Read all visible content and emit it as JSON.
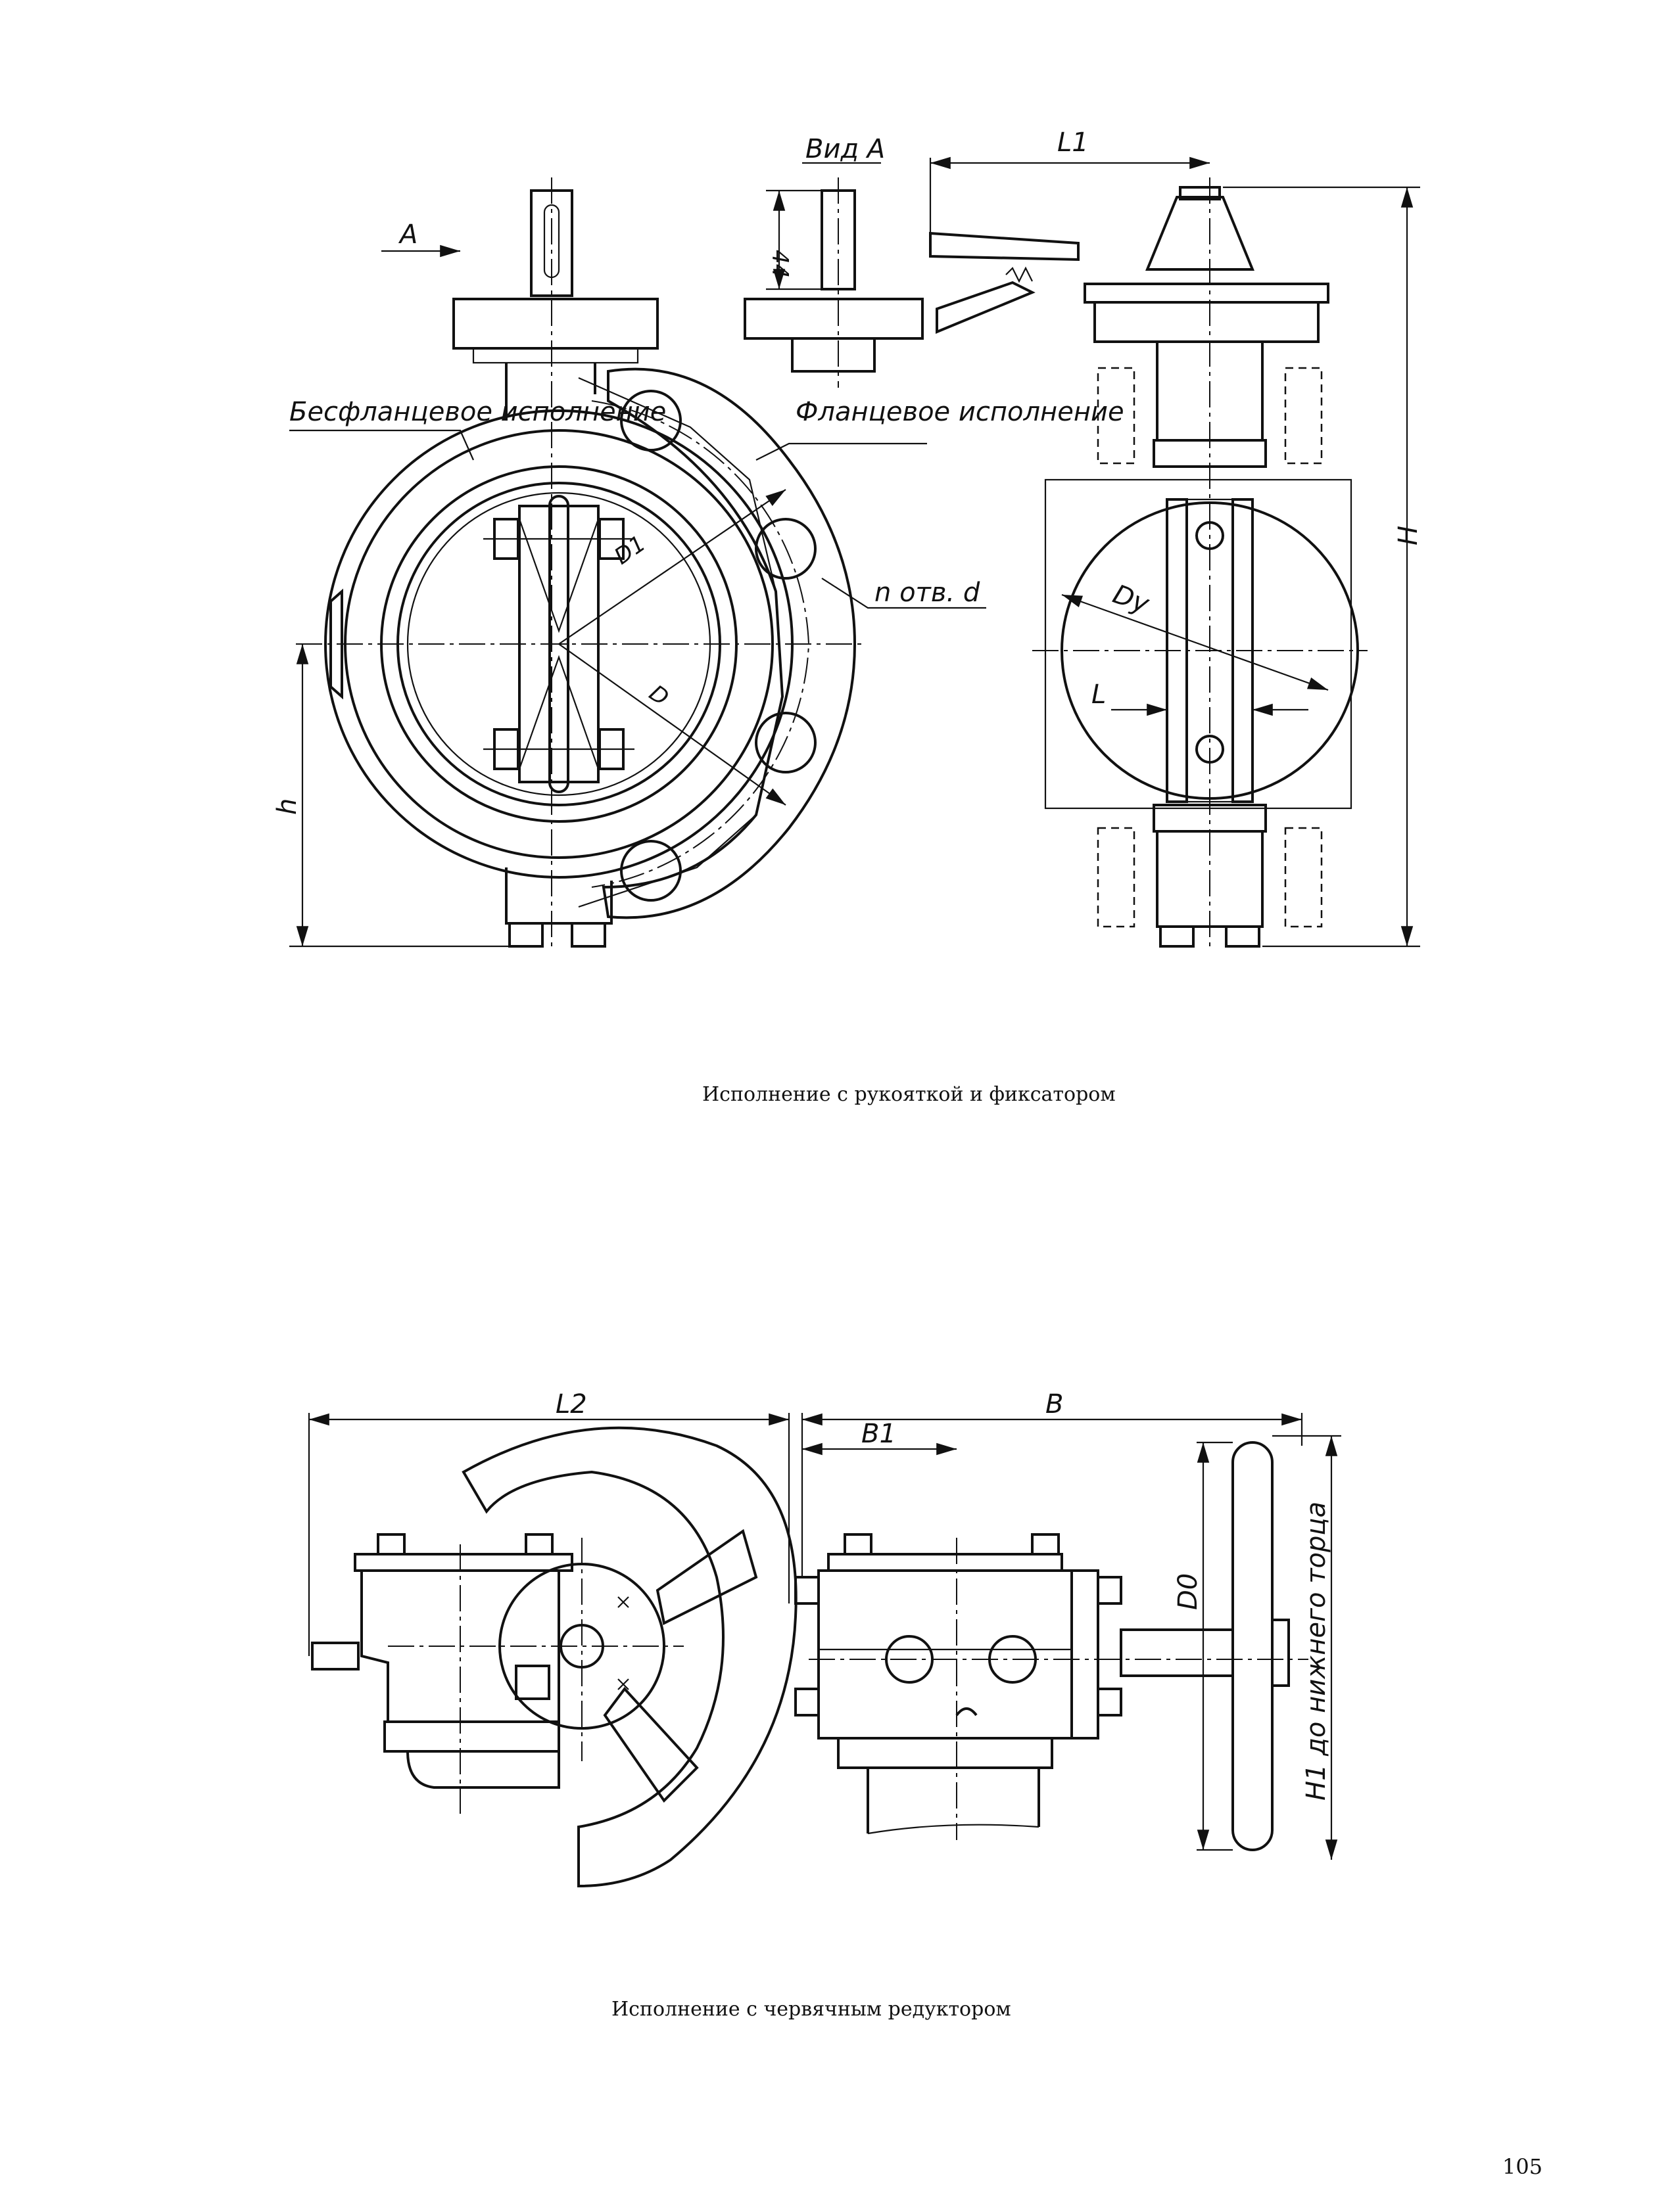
{
  "figure1": {
    "labels": {
      "view_arrow": "A",
      "view_title": "Вид А",
      "dim_44": "44",
      "dim_l1": "L1",
      "dim_H": "H",
      "dim_h": "h",
      "dim_D1": "D1",
      "dim_D": "D",
      "dim_Dy": "Dу",
      "dim_L": "L",
      "holes": "n отв. d",
      "flangeless": "Бесфланцевое исполнение",
      "flanged": "Фланцевое исполнение"
    },
    "caption": "Исполнение с рукояткой и фиксатором"
  },
  "figure2": {
    "labels": {
      "dim_L2": "L2",
      "dim_B": "B",
      "dim_B1": "B1",
      "dim_D0": "D0",
      "dim_H1": "H1 до нижнего торца"
    },
    "caption": "Исполнение с червячным редуктором"
  },
  "page_number": "105"
}
